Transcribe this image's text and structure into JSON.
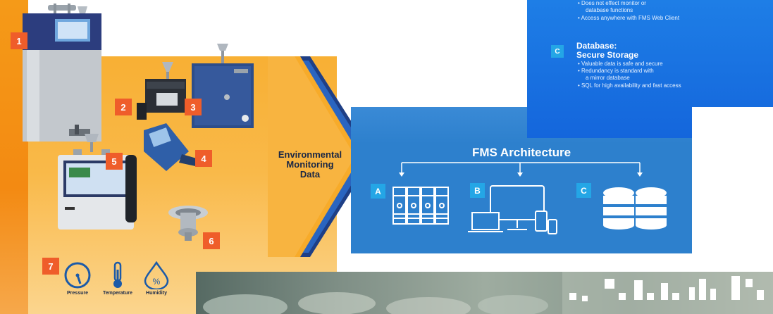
{
  "numbers": [
    "1",
    "2",
    "3",
    "4",
    "5",
    "6",
    "7"
  ],
  "sensors": [
    {
      "label": "Pressure",
      "icon": "gauge-icon"
    },
    {
      "label": "Temperature",
      "icon": "thermometer-icon"
    },
    {
      "label": "Humidity",
      "icon": "humidity-drop-icon"
    }
  ],
  "flow_label": "Environmental Monitoring Data",
  "flow_label_lines": [
    "Environmental",
    "Monitoring",
    "Data"
  ],
  "architecture": {
    "title": "FMS Architecture",
    "components": [
      {
        "letter": "A",
        "icon": "server-rack-icon"
      },
      {
        "letter": "B",
        "icon": "devices-icon"
      },
      {
        "letter": "C",
        "icon": "database-icon"
      }
    ]
  },
  "info": {
    "b_bullets": [
      "Does not effect monitor or",
      "database functions",
      "Access anywhere with FMS Web Client"
    ],
    "c_letter": "C",
    "c_title_1": "Database:",
    "c_title_2": "Secure Storage",
    "c_bullets": [
      "Valuable data is safe and secure",
      "Redundancy is standard with",
      "a mirror database",
      "SQL for high availability and fast access"
    ]
  },
  "colors": {
    "orange": "#f7ab2a",
    "badge": "#ef5d2a",
    "blue": "#2d80cd",
    "letter_box": "#24a6e6",
    "navy": "#1a2745"
  }
}
